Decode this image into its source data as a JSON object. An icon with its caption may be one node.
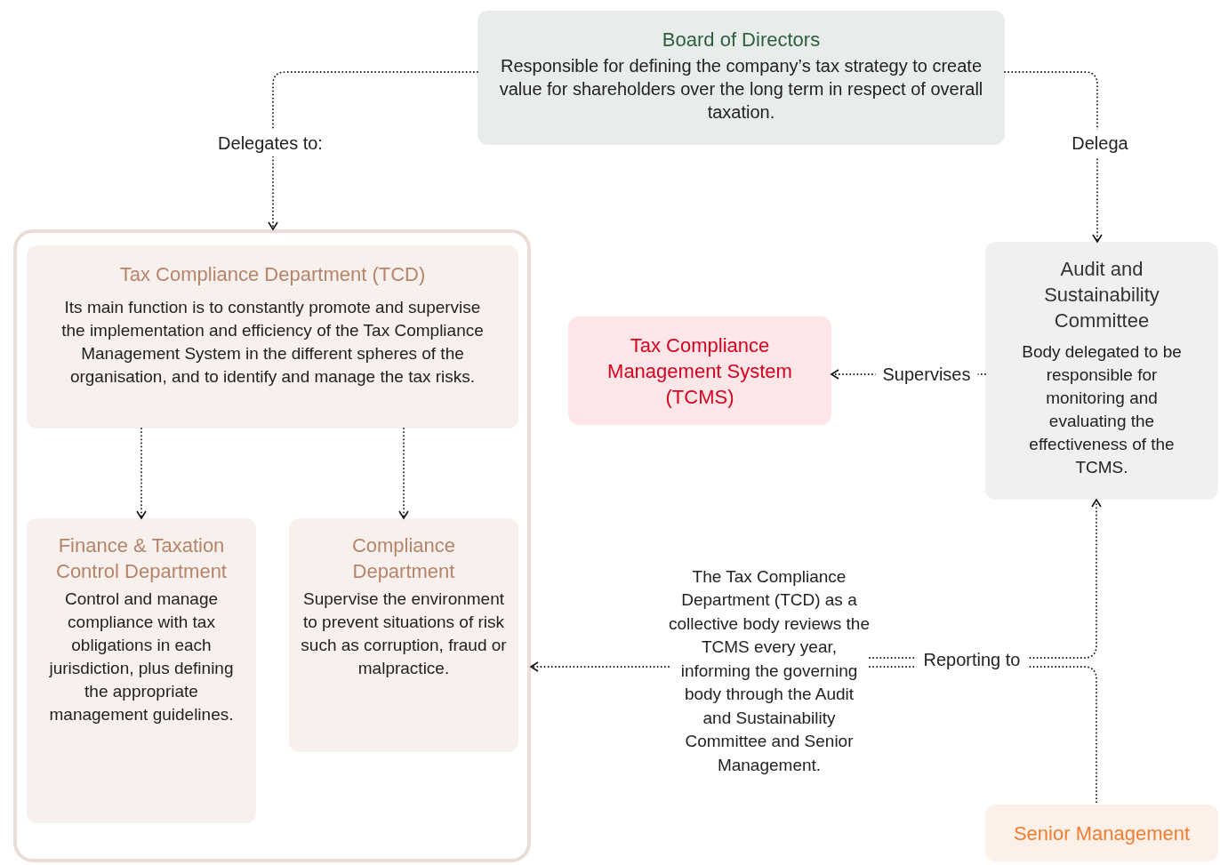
{
  "diagram": {
    "nodes": [
      {
        "text": [
          "Board of Directors",
          "Responsible for defining the company’s tax strategy to create value for  shareholders over the long term in respect of overall taxation."
        ]
      },
      {
        "text": [],
        "shape": "box"
      },
      {
        "text": [
          "Tax Compliance Department (TCD)",
          "Its main function is to constantly promote and supervise the implementation and efficiency of the Tax Compliance Management System in the different spheres of the organisation, and to identify and manage the tax risks."
        ],
        "in": 1
      },
      {
        "text": [
          "Finance & Taxation Control Department",
          "Control and manage compliance with tax obligations in each jurisdiction, plus defining the appropriate management guidelines."
        ],
        "in": 1
      },
      {
        "text": [
          "Compliance Department",
          "Supervise the environment to prevent situations of risk such as corruption, fraud or malpractice."
        ],
        "in": 1
      },
      {
        "text": [
          "Tax Compliance Management System (TCMS)"
        ]
      },
      {
        "text": [
          "Audit and Sustainability Committee",
          "Body delegated to be responsible for monitoring and evaluating the effectiveness of the TCMS."
        ]
      },
      {
        "text": [
          "The Tax Compliance Department (TCD) as a collective body reviews the TCMS every year, informing the governing body through the Audit and Sustainability Committee and Senior Management."
        ]
      },
      {
        "text": [
          "Senior Management"
        ]
      }
    ],
    "edges": [
      {
        "from": 0,
        "to": 1,
        "arrow": "to",
        "label": "Delegates to:"
      },
      {
        "from": 0,
        "to": 6,
        "arrow": "to",
        "label": "Delega"
      },
      {
        "from": 2,
        "to": 3,
        "arrow": "to"
      },
      {
        "from": 2,
        "to": 4,
        "arrow": "to"
      },
      {
        "from": 6,
        "to": 5,
        "arrow": "to",
        "label": "Supervises"
      },
      {
        "from": 7,
        "to": 1,
        "arrow": "to"
      },
      {
        "from": 7,
        "to": 6,
        "arrow": "to",
        "label": "Reporting to"
      },
      {
        "from": 7,
        "to": 8,
        "arrow": "none"
      }
    ]
  }
}
